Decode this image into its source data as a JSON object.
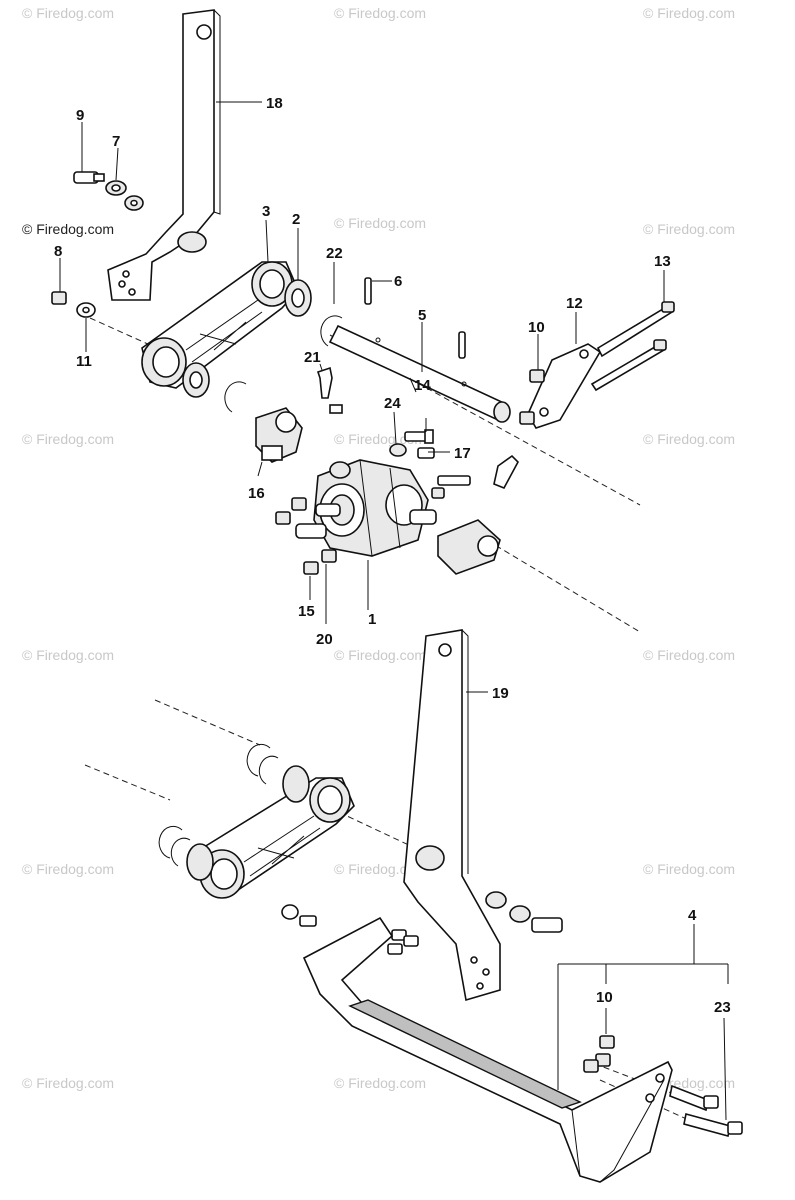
{
  "watermark": "© Firedog.com",
  "labels": {
    "p1": "1",
    "p2": "2",
    "p3": "3",
    "p4": "4",
    "p5": "5",
    "p6": "6",
    "p7": "7",
    "p8": "8",
    "p9": "9",
    "p10a": "10",
    "p10b": "10",
    "p11": "11",
    "p12": "12",
    "p13": "13",
    "p14": "14",
    "p15": "15",
    "p16": "16",
    "p17": "17",
    "p18": "18",
    "p19": "19",
    "p20": "20",
    "p21": "21",
    "p22": "22",
    "p23": "23",
    "p24": "24"
  }
}
